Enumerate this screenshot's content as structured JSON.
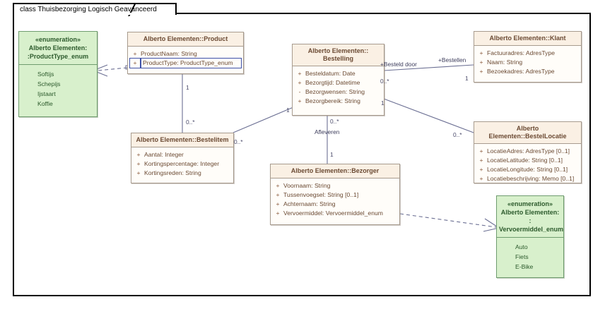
{
  "diagram": {
    "title": "class Thuisbezorging Logisch Geavanceerd",
    "canvas_bg": "#ffffff",
    "class_header_color": "#faf0e4",
    "class_body_color": "#fffdf9",
    "class_border_color": "#a79b8e",
    "class_text_color": "#6b4a33",
    "enum_fill_color": "#d8f0cc",
    "enum_border_color": "#6f9c6f",
    "enum_text_color": "#2c5a2c",
    "connector_color": "#6b6f93"
  },
  "classes": {
    "product": {
      "name": "Alberto Elementen::Product",
      "attributes": [
        {
          "visibility": "+",
          "text": "ProductNaam: String",
          "selected": false
        },
        {
          "visibility": "+",
          "text": "ProductType: ProductType_enum",
          "selected": true
        }
      ]
    },
    "bestelling": {
      "name_line1": "Alberto Elementen::",
      "name_line2": "Bestelling",
      "attributes": [
        {
          "visibility": "+",
          "text": "Besteldatum: Date"
        },
        {
          "visibility": "+",
          "text": "Bezorgtijd: Datetime"
        },
        {
          "visibility": "-",
          "text": "Bezorgwensen: String"
        },
        {
          "visibility": "+",
          "text": "Bezorgbereik: String"
        }
      ]
    },
    "klant": {
      "name": "Alberto Elementen::Klant",
      "attributes": [
        {
          "visibility": "+",
          "text": "Factuuradres: AdresType"
        },
        {
          "visibility": "+",
          "text": "Naam: String"
        },
        {
          "visibility": "+",
          "text": "Bezoekadres: AdresType"
        }
      ]
    },
    "bestelitem": {
      "name": "Alberto Elementen::Bestelitem",
      "attributes": [
        {
          "visibility": "+",
          "text": "Aantal: Integer"
        },
        {
          "visibility": "+",
          "text": "Kortingspercentage: Integer"
        },
        {
          "visibility": "+",
          "text": "Kortingsreden: String"
        }
      ]
    },
    "bestellocatie": {
      "name": "Alberto Elementen::BestelLocatie",
      "attributes": [
        {
          "visibility": "+",
          "text": "LocatieAdres: AdresType [0..1]"
        },
        {
          "visibility": "+",
          "text": "LocatieLatitude: String [0..1]"
        },
        {
          "visibility": "+",
          "text": "LocatieLongitude: String [0..1]"
        },
        {
          "visibility": "+",
          "text": "Locatiebeschrijving: Memo [0..1]"
        }
      ]
    },
    "bezorger": {
      "name": "Alberto Elementen::Bezorger",
      "attributes": [
        {
          "visibility": "+",
          "text": "Voornaam: String"
        },
        {
          "visibility": "+",
          "text": "Tussenvoegsel: String [0..1]"
        },
        {
          "visibility": "+",
          "text": "Achternaam: String"
        },
        {
          "visibility": "+",
          "text": "Vervoermiddel: Vervoermiddel_enum"
        }
      ]
    }
  },
  "enumerations": {
    "producttype": {
      "stereotype": "«enumeration»",
      "name_line1": "Alberto Elementen:",
      "name_line2": ":ProductType_enum",
      "literals": [
        "Softijs",
        "Schepijs",
        "Ijstaart",
        "Koffie"
      ]
    },
    "vervoermiddel": {
      "stereotype": "«enumeration»",
      "name_line1": "Alberto Elementen:",
      "name_line2": ":",
      "name_line3": "Vervoermiddel_enum",
      "literals": [
        "Auto",
        "Fiets",
        "E-Bike"
      ]
    }
  },
  "connectors": {
    "product_bestelitem": {
      "source_mult": "1",
      "target_mult": "0..*"
    },
    "bestelitem_bestelling": {
      "source_mult": "0..*",
      "target_mult": "1"
    },
    "bestelling_klant": {
      "source_role": "+Besteld door",
      "target_role": "+Bestellen",
      "source_mult": "0..*",
      "target_mult": "1"
    },
    "bestelling_bestellocatie": {
      "source_mult": "1",
      "target_mult": "0..*"
    },
    "bestelling_bezorger": {
      "name": "Afleveren",
      "source_mult": "0..*",
      "target_mult": "1"
    }
  }
}
